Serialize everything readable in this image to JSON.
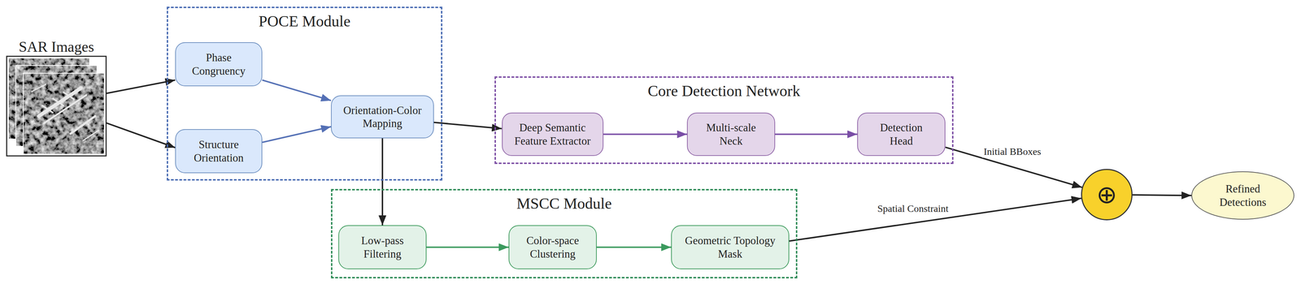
{
  "diagram": {
    "nodes": [
      {
        "text": [
          "SAR Images"
        ]
      },
      {
        "text": [
          "POCE Module"
        ]
      },
      {
        "text": [
          "Phase Congruency"
        ],
        "in": 1
      },
      {
        "text": [
          "Structure Orientation"
        ],
        "in": 1
      },
      {
        "text": [
          "Orientation-Color Mapping"
        ],
        "in": 1
      },
      {
        "text": [
          "Core Detection Network"
        ]
      },
      {
        "text": [
          "Deep Semantic Feature Extractor"
        ],
        "in": 5
      },
      {
        "text": [
          "Multi-scale Neck"
        ],
        "in": 5
      },
      {
        "text": [
          "Detection Head"
        ],
        "in": 5
      },
      {
        "text": [
          "MSCC Module"
        ]
      },
      {
        "text": [
          "Low-pass Filtering"
        ],
        "in": 9
      },
      {
        "text": [
          "Color-space Clustering"
        ],
        "in": 9
      },
      {
        "text": [
          "Geometric Topology Mask"
        ],
        "in": 9
      },
      {
        "text": [
          "⊕"
        ]
      },
      {
        "text": [
          "Refined Detections"
        ]
      }
    ],
    "edges": [
      {
        "from": 0,
        "to": 2,
        "arrow": "to"
      },
      {
        "from": 0,
        "to": 3,
        "arrow": "to"
      },
      {
        "from": 2,
        "to": 4,
        "arrow": "to"
      },
      {
        "from": 3,
        "to": 4,
        "arrow": "to"
      },
      {
        "from": 4,
        "to": 6,
        "arrow": "to"
      },
      {
        "from": 4,
        "to": 10,
        "arrow": "to"
      },
      {
        "from": 6,
        "to": 7,
        "arrow": "to"
      },
      {
        "from": 7,
        "to": 8,
        "arrow": "to"
      },
      {
        "from": 10,
        "to": 11,
        "arrow": "to"
      },
      {
        "from": 11,
        "to": 12,
        "arrow": "to"
      },
      {
        "from": 8,
        "to": 13,
        "label": "Initial BBoxes",
        "arrow": "to"
      },
      {
        "from": 12,
        "to": 13,
        "label": "Spatial Constraint",
        "arrow": "to"
      },
      {
        "from": 13,
        "to": 14,
        "arrow": "to"
      }
    ]
  }
}
